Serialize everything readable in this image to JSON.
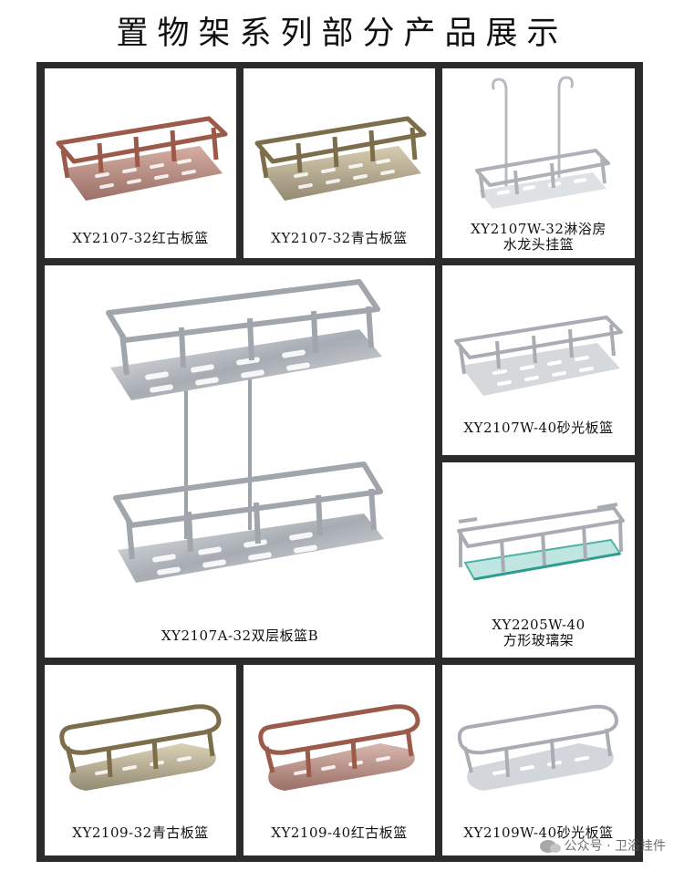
{
  "title": "置物架系列部分产品展示",
  "products": [
    {
      "caption": "XY2107-32红古板篮",
      "finish": "red-bronze",
      "color": "#9b5a4a"
    },
    {
      "caption": "XY2107-32青古板篮",
      "finish": "green-bronze",
      "color": "#8a7a55"
    },
    {
      "caption_lines": [
        "XY2107W-32淋浴房",
        "水龙头挂篮"
      ],
      "finish": "sand-silver",
      "color": "#c9ccd0"
    },
    {
      "caption": "XY2107A-32双层板篮B",
      "finish": "chrome",
      "color": "#b8bcc2"
    },
    {
      "caption": "XY2107W-40砂光板篮",
      "finish": "sand-silver",
      "color": "#c4c7cb"
    },
    {
      "caption_lines": [
        "XY2205W-40",
        "方形玻璃架"
      ],
      "finish": "glass",
      "color": "#7fc7c0"
    },
    {
      "caption": "XY2109-32青古板篮",
      "finish": "green-bronze",
      "color": "#8a7a55"
    },
    {
      "caption": "XY2109-40红古板篮",
      "finish": "red-bronze",
      "color": "#9b5a4a"
    },
    {
      "caption": "XY2109W-40砂光板篮",
      "finish": "sand-silver",
      "color": "#c4c7cb"
    }
  ],
  "watermark": "公众号 · 卫浴挂件"
}
